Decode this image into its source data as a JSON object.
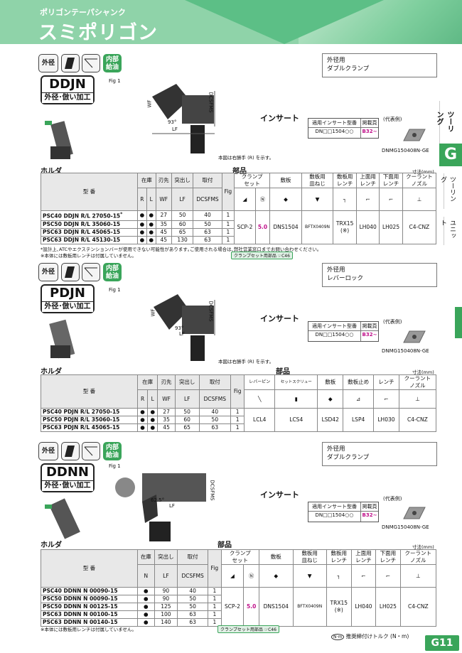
{
  "header": {
    "subtitle": "ポリゴンテーパシャンク",
    "title": "スミポリゴン"
  },
  "side": {
    "tooling": "ツーリング",
    "g": "G",
    "tooling2": "ツーリング",
    "unit": "ユニット"
  },
  "badges": {
    "outer": "外径",
    "angle": "55°",
    "angle2": "-3°",
    "coolant": "内部\n給油"
  },
  "sections": [
    {
      "code": "DDJN",
      "desc": "外径･倣い加工",
      "clamp1": "外径用",
      "clamp2": "ダブルクランプ",
      "fig": "Fig 1",
      "wf": "WF",
      "lf": "LF",
      "dcsfms": "DCSFMS",
      "ang": "93°",
      "note_fig": "本図は右勝手 (R) を示す。",
      "insert": "インサート",
      "ins_h1": "適用インサート型番",
      "ins_h2": "掲載頁",
      "ins_model": "DN□□1504○○",
      "ins_page": "B32~",
      "ins_rep": "(代表例)",
      "ins_example": "DNMG150408N-GE",
      "holder": "ホルダ",
      "parts": "部品",
      "unit": "寸法(mm)",
      "th": {
        "model": "型 番",
        "stock": "在庫",
        "r": "R",
        "l": "L",
        "wf": "刃先",
        "wf2": "WF",
        "lf": "突出し",
        "lf2": "LF",
        "dc": "取付",
        "dc2": "DCSFMS",
        "fig": "Fig",
        "p1": "クランプ\nセット",
        "p2": "敷板",
        "p3": "敷板用\n皿ねじ",
        "p4": "敷板用\nレンチ",
        "p5": "上面用\nレンチ",
        "p6": "下面用\nレンチ",
        "p7": "クーラント\nノズル"
      },
      "rows": [
        {
          "m": "PSC40 DDJN R/L 27050-15",
          "sup": "*",
          "r": "●",
          "l": "●",
          "wf": "27",
          "lf": "50",
          "dc": "40",
          "fig": "1"
        },
        {
          "m": "PSC50 DDJN R/L 35060-15",
          "sup": "",
          "r": "●",
          "l": "●",
          "wf": "35",
          "lf": "60",
          "dc": "50",
          "fig": "1"
        },
        {
          "m": "PSC63 DDJN R/L 45065-15",
          "sup": "",
          "r": "●",
          "l": "●",
          "wf": "45",
          "lf": "65",
          "dc": "63",
          "fig": "1"
        },
        {
          "m": "PSC63 DDJN R/L 45130-15",
          "sup": "",
          "r": "●",
          "l": "●",
          "wf": "45",
          "lf": "130",
          "dc": "63",
          "fig": "1"
        }
      ],
      "parts_vals": {
        "p1": "SCP-2",
        "torque": "5.0",
        "p2": "DNS1504",
        "p3": "BFTX0409N",
        "p4": "TRX15\n(※)",
        "p5": "LH040",
        "p6": "LH025",
        "p7": "C4-CNZ"
      },
      "note1": "*設計上､ATCやエクステンションバーが使用できない可能性があります｡ご使用される場合は､弊社営業窓口までお問い合わせください｡",
      "note2": "※本体には敷板用レンチは付属していません｡",
      "clp": "クランプセット用部品 ☞C46"
    },
    {
      "code": "PDJN",
      "desc": "外径･倣い加工",
      "clamp1": "外径用",
      "clamp2": "レバーロック",
      "fig": "Fig 1",
      "wf": "WF",
      "lf": "LF",
      "dcsfms": "DCSFMS",
      "ang": "93°",
      "note_fig": "本図は右勝手 (R) を示す。",
      "insert": "インサート",
      "ins_h1": "適用インサート型番",
      "ins_h2": "掲載頁",
      "ins_model": "DN□□1504○○",
      "ins_page": "B32~",
      "ins_rep": "(代表例)",
      "ins_example": "DNMG150408N-GE",
      "holder": "ホルダ",
      "parts": "部品",
      "unit": "寸法(mm)",
      "th": {
        "model": "型 番",
        "stock": "在庫",
        "r": "R",
        "l": "L",
        "wf": "刃先",
        "wf2": "WF",
        "lf": "突出し",
        "lf2": "LF",
        "dc": "取付",
        "dc2": "DCSFMS",
        "fig": "Fig",
        "p1": "レバーピン",
        "p2": "セットスクリュー",
        "p3": "敷板",
        "p4": "敷板止め",
        "p5": "レンチ",
        "p6": "クーラント\nノズル"
      },
      "rows": [
        {
          "m": "PSC40 PDJN R/L 27050-15",
          "r": "●",
          "l": "●",
          "wf": "27",
          "lf": "50",
          "dc": "40",
          "fig": "1"
        },
        {
          "m": "PSC50 PDJN R/L 35060-15",
          "r": "●",
          "l": "●",
          "wf": "35",
          "lf": "60",
          "dc": "50",
          "fig": "1"
        },
        {
          "m": "PSC63 PDJN R/L 45065-15",
          "r": "●",
          "l": "●",
          "wf": "45",
          "lf": "65",
          "dc": "63",
          "fig": "1"
        }
      ],
      "parts_vals": {
        "p1": "LCL4",
        "p2": "LCS4",
        "p3": "LSD42",
        "p4": "LSP4",
        "p5": "LH030",
        "p6": "C4-CNZ"
      }
    },
    {
      "code": "DDNN",
      "desc": "外径･倣い加工",
      "clamp1": "外径用",
      "clamp2": "ダブルクランプ",
      "fig": "Fig 1",
      "lf": "LF",
      "dcsfms": "DCSFMS",
      "ang": "62.5°",
      "insert": "インサート",
      "ins_h1": "適用インサート型番",
      "ins_h2": "掲載頁",
      "ins_model": "DN□□1504○○",
      "ins_page": "B32~",
      "ins_rep": "(代表例)",
      "ins_example": "DNMG150408N-GE",
      "holder": "ホルダ",
      "parts": "部品",
      "unit": "寸法(mm)",
      "th": {
        "model": "型 番",
        "stock": "在庫",
        "n": "N",
        "lf": "突出し",
        "lf2": "LF",
        "dc": "取付",
        "dc2": "DCSFMS",
        "fig": "Fig",
        "p1": "クランプ\nセット",
        "p2": "敷板",
        "p3": "敷板用\n皿ねじ",
        "p4": "敷板用\nレンチ",
        "p5": "上面用\nレンチ",
        "p6": "下面用\nレンチ",
        "p7": "クーラント\nノズル"
      },
      "rows": [
        {
          "m": "PSC40 DDNN N 00090-15",
          "n": "●",
          "lf": "90",
          "dc": "40",
          "fig": "1"
        },
        {
          "m": "PSC50 DDNN N 00090-15",
          "n": "●",
          "lf": "90",
          "dc": "50",
          "fig": "1"
        },
        {
          "m": "PSC50 DDNN N 00125-15",
          "n": "●",
          "lf": "125",
          "dc": "50",
          "fig": "1"
        },
        {
          "m": "PSC63 DDNN N 00100-15",
          "n": "●",
          "lf": "100",
          "dc": "63",
          "fig": "1"
        },
        {
          "m": "PSC63 DDNN N 00140-15",
          "n": "●",
          "lf": "140",
          "dc": "63",
          "fig": "1"
        }
      ],
      "parts_vals": {
        "p1": "SCP-2",
        "torque": "5.0",
        "p2": "DNS1504",
        "p3": "BFTX0409N",
        "p4": "TRX15\n(※)",
        "p5": "LH040",
        "p6": "LH025",
        "p7": "C4-CNZ"
      },
      "note2": "※本体には敷板用レンチは付属していません｡",
      "clp": "クランプセット用部品 ☞C46"
    }
  ],
  "footer": {
    "torque": "推奨締付けトルク (N・m)",
    "nm": "N·m",
    "page": "G11"
  }
}
